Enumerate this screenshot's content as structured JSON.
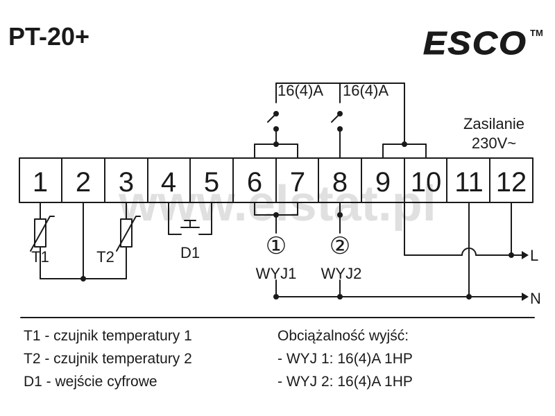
{
  "title": "PT-20+",
  "logo": {
    "text": "ESCO",
    "tm": "TM"
  },
  "watermark": "www.elstat.pl",
  "terminals": [
    "1",
    "2",
    "3",
    "4",
    "5",
    "6",
    "7",
    "8",
    "9",
    "10",
    "11",
    "12"
  ],
  "relay_ratings": [
    "16(4)A",
    "16(4)A"
  ],
  "power": {
    "line1": "Zasilanie",
    "line2": "230V~"
  },
  "components": {
    "t1": "T1",
    "t2": "T2",
    "d1": "D1"
  },
  "outputs": [
    {
      "symbol": "①",
      "label": "WYJ1"
    },
    {
      "symbol": "②",
      "label": "WYJ2"
    }
  ],
  "lines": {
    "l": "L",
    "n": "N"
  },
  "legend_left": [
    "T1 - czujnik temperatury 1",
    "T2 - czujnik temperatury 2",
    "D1 - wejście cyfrowe"
  ],
  "legend_right": [
    "Obciążalność wyjść:",
    "- WYJ 1: 16(4)A 1HP",
    "- WYJ 2: 16(4)A 1HP"
  ],
  "colors": {
    "ink": "#1a1a1a",
    "terminal_fill": "#ffffff",
    "watermark": "#d4d4d4"
  }
}
